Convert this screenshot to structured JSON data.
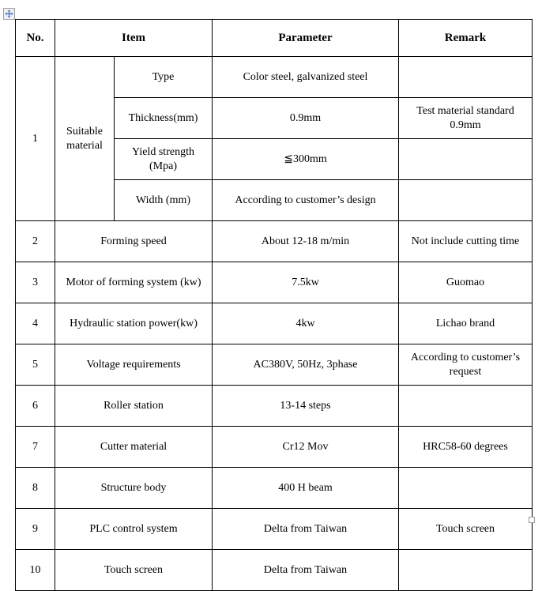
{
  "document": {
    "title": "Machine Specification Table",
    "background_color": "#ffffff",
    "text_color": "#000000",
    "border_color": "#000000"
  },
  "handles": {
    "move_handle_name": "table-move-handle",
    "move_handle_icon": "four-way-move-icon",
    "move_handle_color": "#3a6fd8",
    "resize_handle_name": "table-resize-handle",
    "resize_handle_icon": "resize-square-icon"
  },
  "table": {
    "headers": {
      "no": "No.",
      "item": "Item",
      "parameter": "Parameter",
      "remark": "Remark"
    },
    "rows": [
      {
        "no": "1",
        "item_group": "Suitable material",
        "sub_rows": [
          {
            "item": "Type",
            "parameter": "Color steel, galvanized steel",
            "remark": ""
          },
          {
            "item": "Thickness(mm)",
            "parameter": "0.9mm",
            "remark": "Test material standard 0.9mm"
          },
          {
            "item": "Yield strength (Mpa)",
            "parameter": "≦300mm",
            "remark": ""
          },
          {
            "item": "Width (mm)",
            "parameter": "According to customer’s design",
            "remark": ""
          }
        ]
      },
      {
        "no": "2",
        "item": "Forming speed",
        "parameter": "About 12-18 m/min",
        "remark": "Not include cutting time"
      },
      {
        "no": "3",
        "item": "Motor of forming system (kw)",
        "parameter": "7.5kw",
        "remark": "Guomao"
      },
      {
        "no": "4",
        "item": "Hydraulic station power(kw)",
        "parameter": "4kw",
        "remark": "Lichao brand"
      },
      {
        "no": "5",
        "item": "Voltage requirements",
        "parameter": "AC380V, 50Hz, 3phase",
        "remark": "According to customer’s request"
      },
      {
        "no": "6",
        "item": "Roller station",
        "parameter": "13-14 steps",
        "remark": ""
      },
      {
        "no": "7",
        "item": "Cutter material",
        "parameter": "Cr12 Mov",
        "remark": "HRC58-60 degrees"
      },
      {
        "no": "8",
        "item": "Structure body",
        "parameter": "400 H beam",
        "remark": ""
      },
      {
        "no": "9",
        "item": "PLC control system",
        "parameter": "Delta from Taiwan",
        "remark": "Touch screen"
      },
      {
        "no": "10",
        "item": "Touch screen",
        "parameter": "Delta from Taiwan",
        "remark": ""
      }
    ]
  }
}
